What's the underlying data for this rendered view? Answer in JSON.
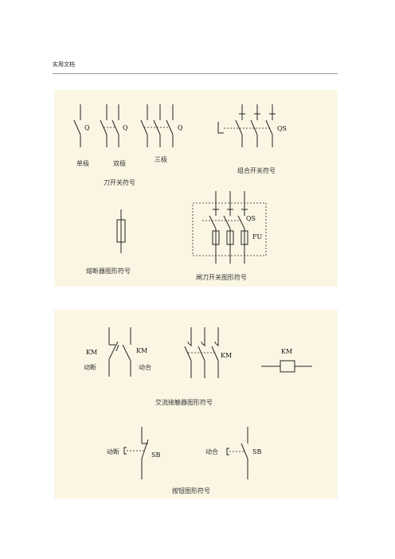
{
  "header": {
    "text": "实用文档"
  },
  "panel1": {
    "knife_switch": {
      "single_pole_label": "单极",
      "double_pole_label": "双极",
      "triple_pole_label": "三极",
      "symbol_q": "Q",
      "caption": "刀开关符号"
    },
    "combination_switch": {
      "symbol": "QS",
      "caption": "组合开关符号"
    },
    "fuse": {
      "caption": "熔断器图形符号"
    },
    "fuse_switch": {
      "symbol_qs": "QS",
      "symbol_fu": "FU",
      "caption": "闸刀开关图形符号"
    }
  },
  "panel2": {
    "contactor": {
      "nc_symbol": "KM",
      "no_symbol": "KM",
      "nc_label": "动断",
      "no_label": "动合",
      "main_symbol": "KM",
      "coil_symbol": "KM",
      "caption": "交流接触器图形符号"
    },
    "button": {
      "nc_label": "动断",
      "nc_symbol": "SB",
      "no_label": "动合",
      "no_symbol": "SB",
      "caption": "按钮图形符号"
    }
  }
}
